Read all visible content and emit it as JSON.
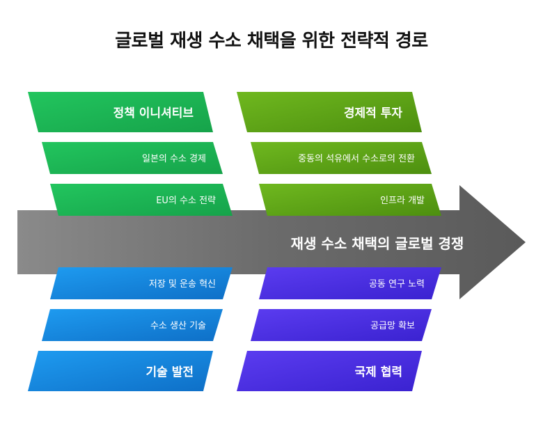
{
  "title": "글로벌 재생 수소 채택을 위한 전략적 경로",
  "spine": {
    "label": "재생 수소 채택의 글로벌 경쟁"
  },
  "branches": {
    "policy": {
      "heading": "정책 이니셔티브",
      "items": [
        "일본의 수소 경제",
        "EU의 수소 전략"
      ],
      "color": "#1db954"
    },
    "investment": {
      "heading": "경제적 투자",
      "items": [
        "중동의 석유에서 수소로의 전환",
        "인프라 개발"
      ],
      "color": "#5fa314"
    },
    "technology": {
      "heading": "기술 발전",
      "items": [
        "저장 및 운송 혁신",
        "수소 생산 기술"
      ],
      "color": "#1a8fe3"
    },
    "cooperation": {
      "heading": "국제 협력",
      "items": [
        "공동 연구 노력",
        "공급망 확보"
      ],
      "color": "#4a2fe6"
    }
  }
}
